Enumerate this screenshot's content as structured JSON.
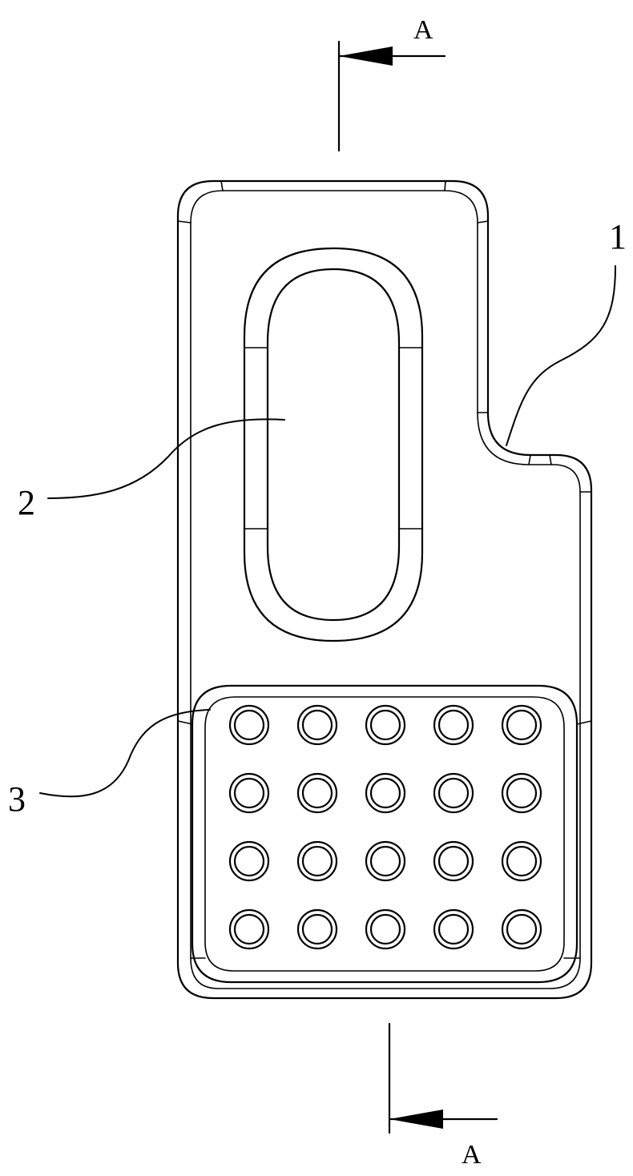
{
  "section_marks": {
    "top": "A",
    "bottom": "A"
  },
  "callouts": [
    {
      "id": "1",
      "text": "1"
    },
    {
      "id": "2",
      "text": "2"
    },
    {
      "id": "3",
      "text": "3"
    }
  ],
  "hole_grid": {
    "rows": 4,
    "cols": 5
  }
}
